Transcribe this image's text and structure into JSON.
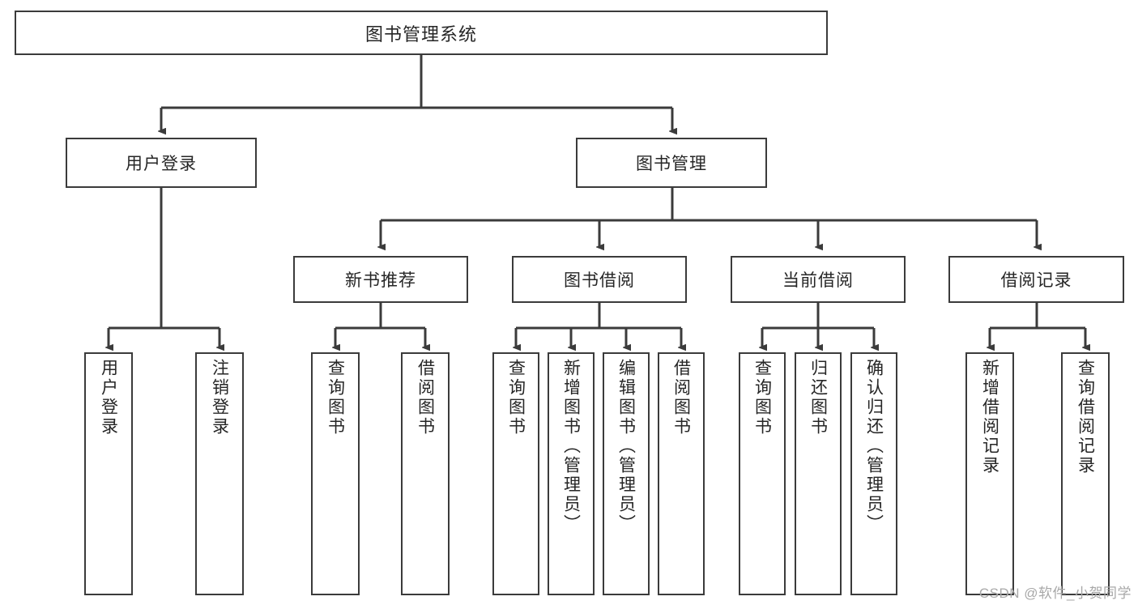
{
  "diagram": {
    "type": "tree",
    "title": "图书管理系统",
    "root": {
      "label": "图书管理系统"
    },
    "level2": [
      {
        "label": "用户登录"
      },
      {
        "label": "图书管理"
      }
    ],
    "level3": [
      {
        "label": "新书推荐"
      },
      {
        "label": "图书借阅"
      },
      {
        "label": "当前借阅"
      },
      {
        "label": "借阅记录"
      }
    ],
    "leaves": {
      "user_login": [
        {
          "label": "用户登录"
        },
        {
          "label": "注销登录"
        }
      ],
      "new_book_recommend": [
        {
          "label": "查询图书"
        },
        {
          "label": "借阅图书"
        }
      ],
      "book_borrow": [
        {
          "label": "查询图书"
        },
        {
          "label": "新增图书（管理员）"
        },
        {
          "label": "编辑图书（管理员）"
        },
        {
          "label": "借阅图书"
        }
      ],
      "current_borrow": [
        {
          "label": "查询图书"
        },
        {
          "label": "归还图书"
        },
        {
          "label": "确认归还（管理员）"
        }
      ],
      "borrow_record": [
        {
          "label": "新增借阅记录"
        },
        {
          "label": "查询借阅记录"
        }
      ]
    }
  },
  "watermark": {
    "text": "CSDN @软件_小贺同学"
  },
  "colors": {
    "stroke": "#3b3b3b",
    "background": "#ffffff",
    "text": "#262626",
    "watermark": "#a8a8a8"
  }
}
